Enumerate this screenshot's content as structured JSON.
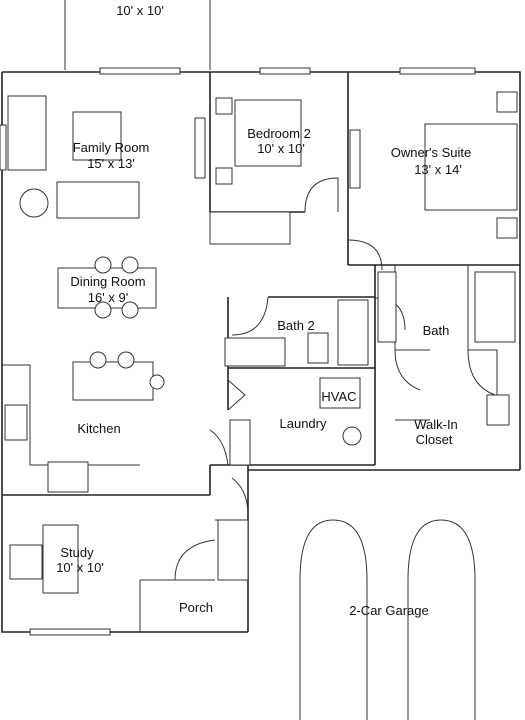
{
  "plan": {
    "rooms": [
      {
        "id": "patio",
        "name": "",
        "dims": "10' x 10'"
      },
      {
        "id": "family",
        "name": "Family Room",
        "dims": "15' x 13'"
      },
      {
        "id": "bedroom2",
        "name": "Bedroom 2",
        "dims": "10' x 10'"
      },
      {
        "id": "owners",
        "name": "Owner's Suite",
        "dims": "13' x 14'"
      },
      {
        "id": "dining",
        "name": "Dining Room",
        "dims": "16' x 9'"
      },
      {
        "id": "bath2",
        "name": "Bath 2",
        "dims": ""
      },
      {
        "id": "bath",
        "name": "Bath",
        "dims": ""
      },
      {
        "id": "hvac",
        "name": "HVAC",
        "dims": ""
      },
      {
        "id": "laundry",
        "name": "Laundry",
        "dims": ""
      },
      {
        "id": "kitchen",
        "name": "Kitchen",
        "dims": ""
      },
      {
        "id": "walkin1",
        "name": "Walk-In",
        "dims": ""
      },
      {
        "id": "walkin2",
        "name": "Closet",
        "dims": ""
      },
      {
        "id": "study",
        "name": "Study",
        "dims": "10' x 10'"
      },
      {
        "id": "porch",
        "name": "Porch",
        "dims": ""
      },
      {
        "id": "garage",
        "name": "2-Car Garage",
        "dims": ""
      }
    ]
  }
}
